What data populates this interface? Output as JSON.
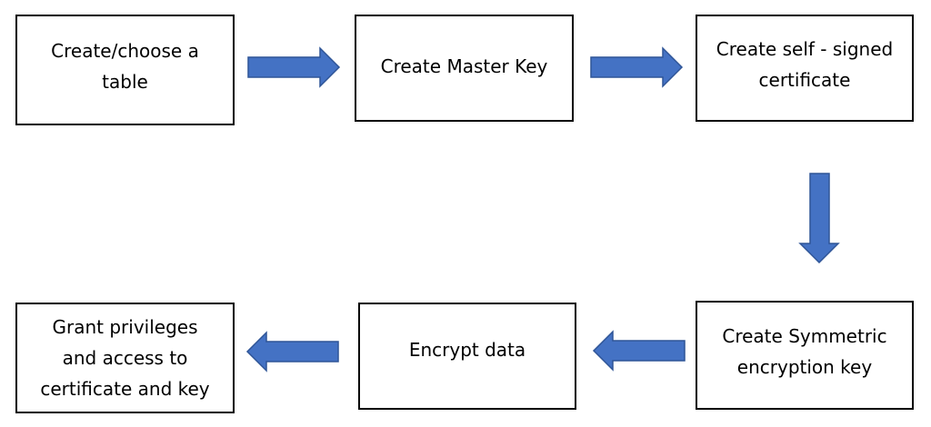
{
  "diagram": {
    "colors": {
      "arrow_fill": "#4472C4",
      "arrow_stroke": "#2F5597",
      "box_border": "#000000"
    },
    "steps": [
      {
        "label": "Create/choose a\ntable"
      },
      {
        "label": "Create Master Key"
      },
      {
        "label": "Create self - signed\ncertificate"
      },
      {
        "label": "Create Symmetric\nencryption key"
      },
      {
        "label": "Encrypt data"
      },
      {
        "label": "Grant privileges\nand access to\ncertificate and key"
      }
    ]
  }
}
